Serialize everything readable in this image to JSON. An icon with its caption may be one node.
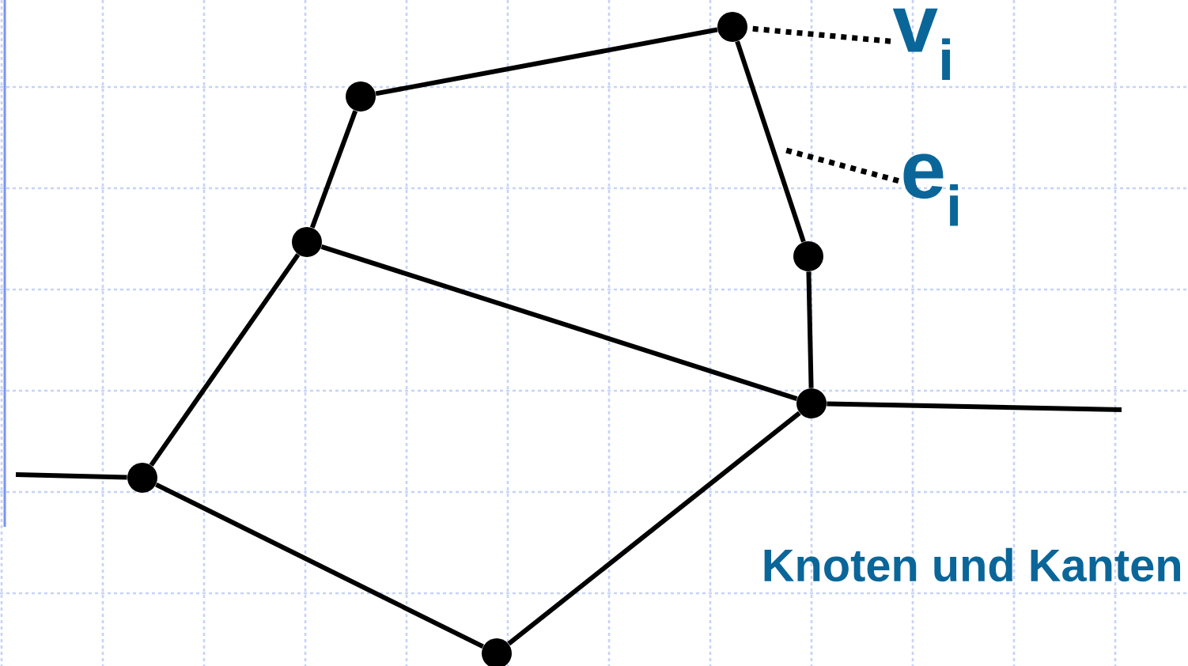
{
  "diagram": {
    "nodes": [
      {
        "text": [],
        "shape": "circle"
      },
      {
        "text": [],
        "shape": "circle"
      },
      {
        "text": [],
        "shape": "circle"
      },
      {
        "text": [],
        "shape": "circle"
      },
      {
        "text": [],
        "shape": "circle"
      },
      {
        "text": [],
        "shape": "circle"
      },
      {
        "text": [],
        "shape": "circle"
      },
      {
        "text": [
          "v$_{i}$"
        ]
      },
      {
        "text": [
          "e$_{i}$"
        ]
      }
    ],
    "edges": [
      {
        "from": 1,
        "to": 0,
        "arrow": "none"
      },
      {
        "from": 0,
        "to": 3,
        "arrow": "none"
      },
      {
        "from": 3,
        "to": 4,
        "arrow": "none"
      },
      {
        "from": 1,
        "to": 2,
        "arrow": "none"
      },
      {
        "from": 2,
        "to": 4,
        "arrow": "none"
      },
      {
        "from": 2,
        "to": 5,
        "arrow": "none"
      },
      {
        "from": 5,
        "to": 6,
        "arrow": "none"
      },
      {
        "from": 6,
        "to": 4,
        "arrow": "none"
      },
      {
        "from": 4,
        "to": null,
        "arrow": "none"
      },
      {
        "from": null,
        "to": 5,
        "arrow": "none"
      },
      {
        "from": 7,
        "to": 0,
        "arrow": "none",
        "style": "dashed"
      },
      {
        "from": 8,
        "to": null,
        "arrow": "none",
        "style": "dashed"
      }
    ],
    "labels": [
      "Knoten und Kanten"
    ]
  }
}
